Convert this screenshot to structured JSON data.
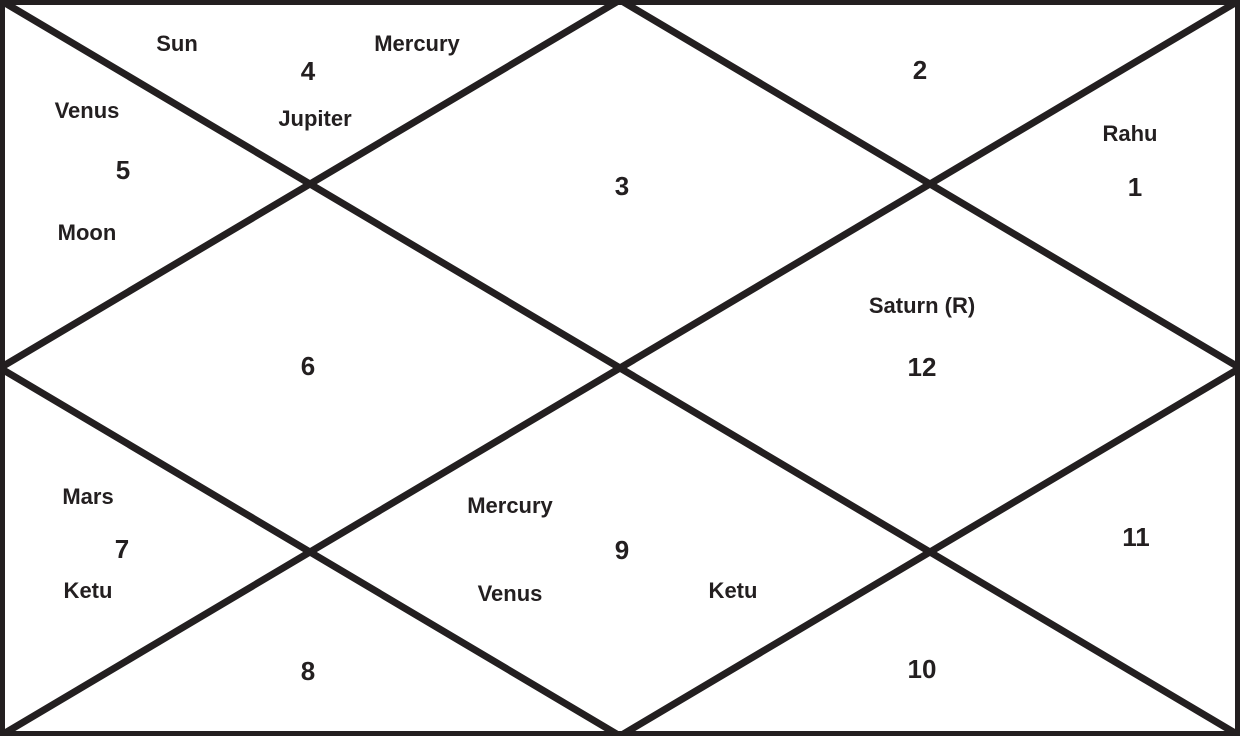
{
  "chart": {
    "style": "north-indian-rasi-chart",
    "houses": [
      {
        "number": "1",
        "planets": [
          "Rahu"
        ]
      },
      {
        "number": "2",
        "planets": []
      },
      {
        "number": "3",
        "planets": []
      },
      {
        "number": "4",
        "planets": [
          "Sun",
          "Mercury",
          "Jupiter"
        ]
      },
      {
        "number": "5",
        "planets": [
          "Venus",
          "Moon"
        ]
      },
      {
        "number": "6",
        "planets": []
      },
      {
        "number": "7",
        "planets": [
          "Mars",
          "Ketu"
        ]
      },
      {
        "number": "8",
        "planets": []
      },
      {
        "number": "9",
        "planets": [
          "Mercury",
          "Venus",
          "Ketu"
        ]
      },
      {
        "number": "10",
        "planets": []
      },
      {
        "number": "11",
        "planets": []
      },
      {
        "number": "12",
        "planets": [
          "Saturn (R)"
        ]
      }
    ]
  },
  "colors": {
    "line": "#231f20",
    "text": "#231f20",
    "background": "#ffffff"
  }
}
